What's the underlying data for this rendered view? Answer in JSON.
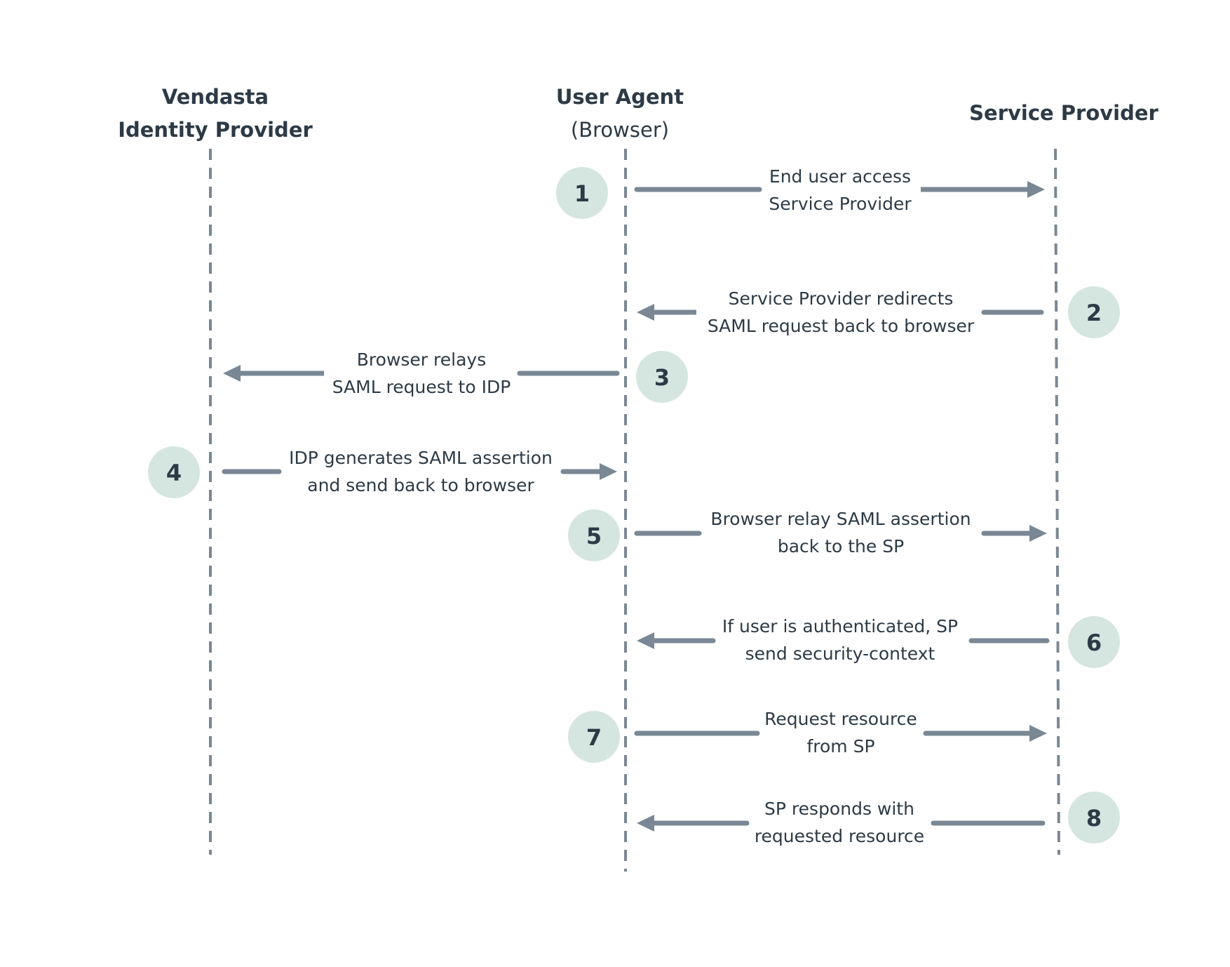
{
  "actors": {
    "idp": {
      "line1": "Vendasta",
      "line2": "Identity Provider"
    },
    "browser": {
      "line1": "User Agent",
      "line2": "(Browser)"
    },
    "sp": {
      "line1": "Service Provider"
    }
  },
  "steps": [
    {
      "number": "1",
      "line1": "End user access",
      "line2": "Service Provider"
    },
    {
      "number": "2",
      "line1": "Service Provider redirects",
      "line2": "SAML request back to browser"
    },
    {
      "number": "3",
      "line1": "Browser relays",
      "line2": "SAML request to IDP"
    },
    {
      "number": "4",
      "line1": "IDP generates SAML assertion",
      "line2": "and send back to browser"
    },
    {
      "number": "5",
      "line1": "Browser relay SAML assertion",
      "line2": "back to the SP"
    },
    {
      "number": "6",
      "line1": "If user is authenticated, SP",
      "line2": "send security-context"
    },
    {
      "number": "7",
      "line1": "Request resource",
      "line2": "from SP"
    },
    {
      "number": "8",
      "line1": "SP responds with",
      "line2": "requested resource"
    }
  ],
  "colors": {
    "arrow": "#7a8794",
    "lifeline": "#7a8794",
    "badge": "#d5e5e0",
    "text": "#2d3a46"
  }
}
